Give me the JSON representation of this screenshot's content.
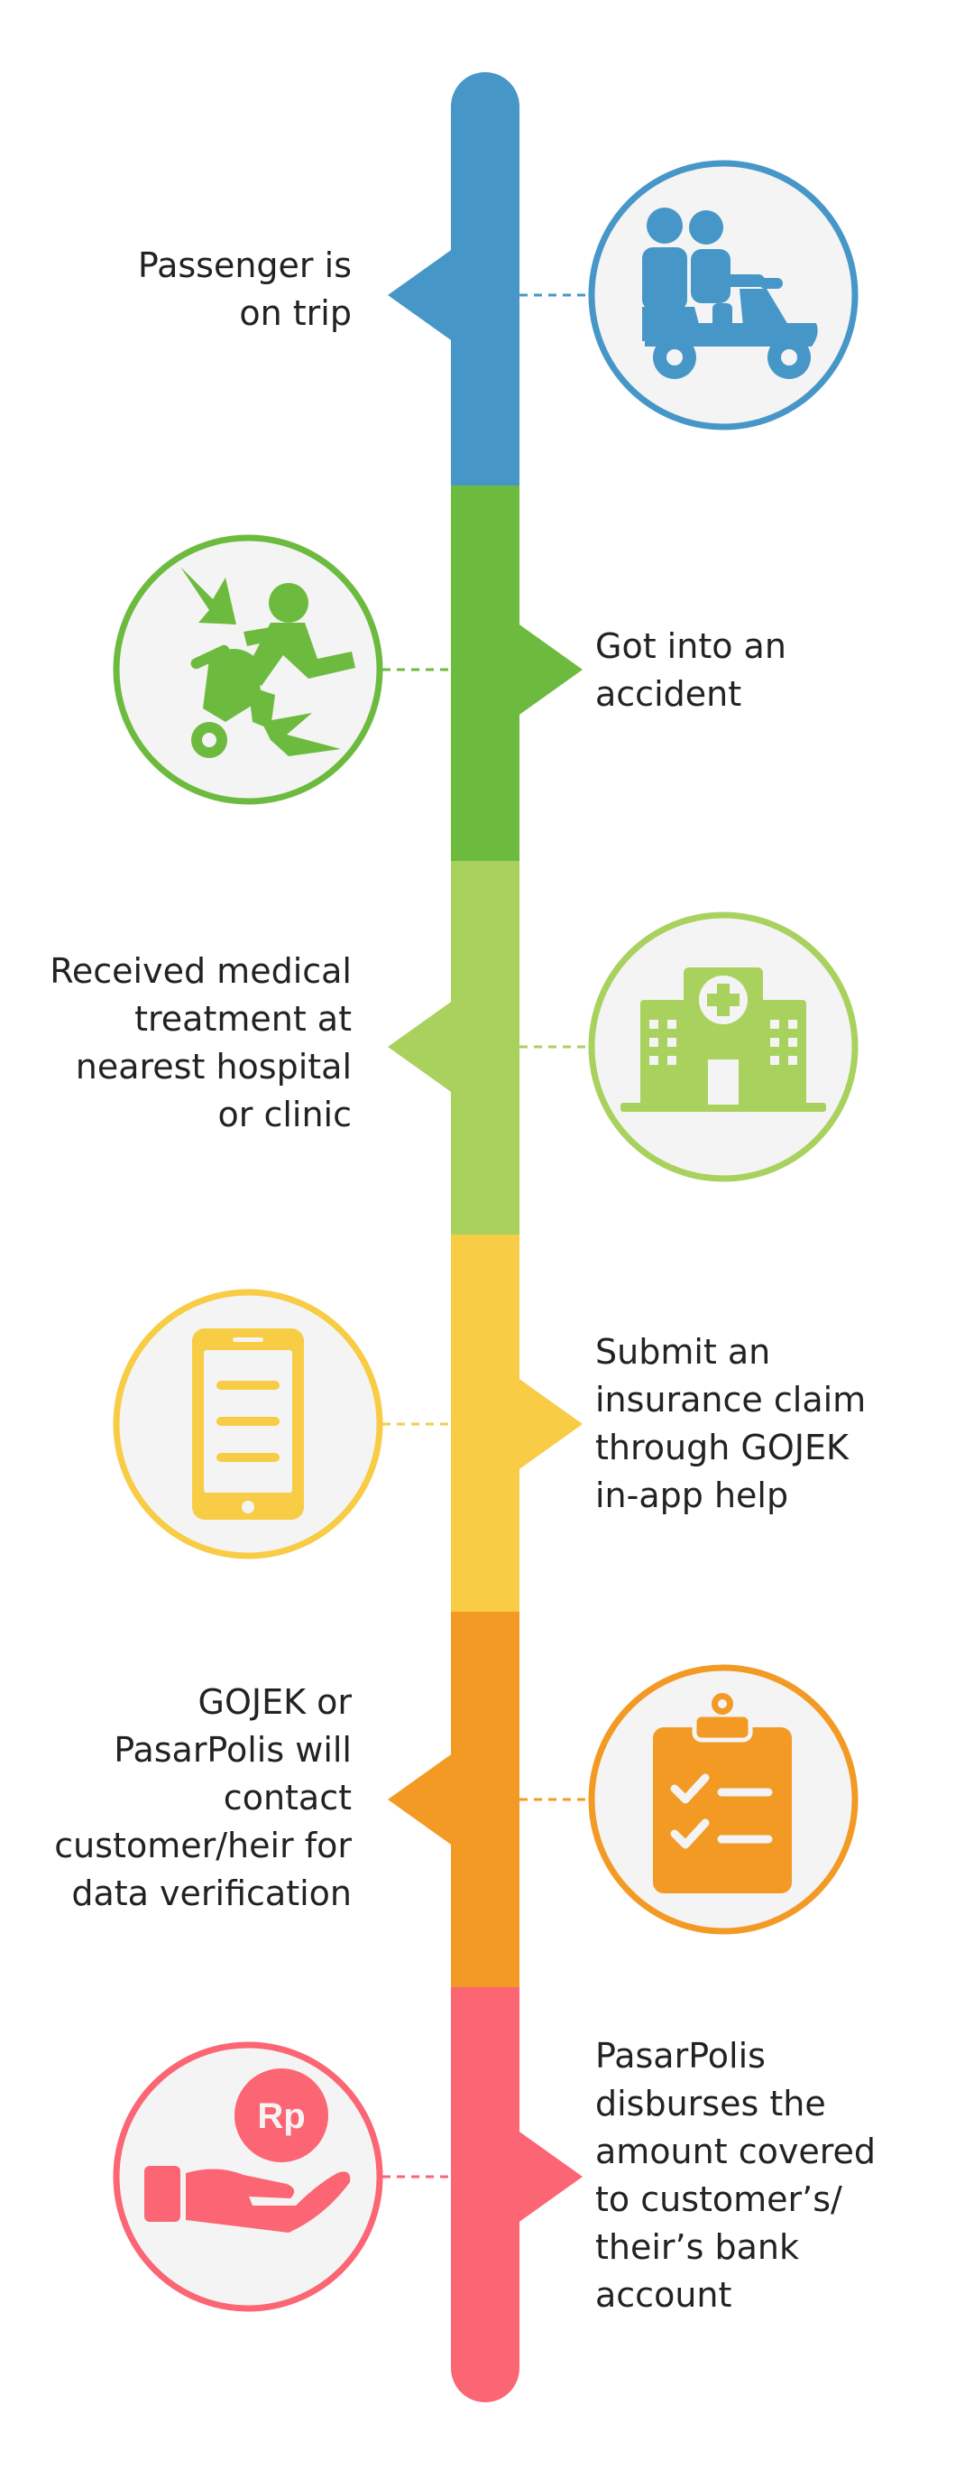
{
  "colors": {
    "blue": "#4697C8",
    "green": "#6CBB3F",
    "lightgreen": "#A9D15E",
    "yellow": "#F8CC45",
    "orange": "#F39A25",
    "pink": "#FC6573",
    "circle_fill": "#F4F4F4",
    "text": "#222222"
  },
  "steps": [
    {
      "text": "Passenger is\non trip",
      "icon": "scooter-passenger-icon",
      "color": "#4697C8"
    },
    {
      "text": "Got into an\naccident",
      "icon": "accident-icon",
      "color": "#6CBB3F"
    },
    {
      "text": "Received medical\ntreatment at\nnearest hospital\nor clinic",
      "icon": "hospital-icon",
      "color": "#A9D15E"
    },
    {
      "text": "Submit an\ninsurance claim\nthrough GOJEK\nin-app help",
      "icon": "smartphone-icon",
      "color": "#F8CC45"
    },
    {
      "text": "GOJEK or\nPasarPolis will\ncontact\ncustomer/heir for\ndata verification",
      "icon": "clipboard-checklist-icon",
      "color": "#F39A25"
    },
    {
      "text": "PasarPolis\ndisburses the\namount covered\nto customer’s/\ntheir’s bank\naccount",
      "icon": "money-hand-icon",
      "color": "#FC6573"
    }
  ],
  "rp_label": "Rp"
}
